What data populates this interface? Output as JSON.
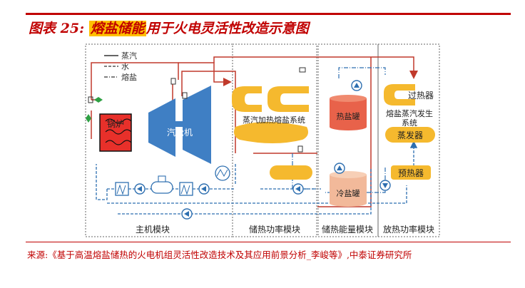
{
  "title": {
    "prefix": "图表 25",
    "separator": ": ",
    "highlight": "熔盐储能",
    "rest": "用于火电灵活性改造示意图"
  },
  "legend": {
    "steam": "蒸汽",
    "water": "水",
    "salt": "熔盐"
  },
  "labels": {
    "boiler": "锅炉",
    "turbine": "汽轮机",
    "steam_heat_system": "蒸汽加热熔盐系统",
    "hot_tank": "热盐罐",
    "cold_tank": "冷盐罐",
    "superheater": "过热器",
    "steam_gen_line1": "熔盐蒸汽发生",
    "steam_gen_line2": "系统",
    "evaporator": "蒸发器",
    "preheater": "预热器"
  },
  "modules": {
    "main": "主机模块",
    "storage_power": "储热功率模块",
    "storage_energy": "储热能量模块",
    "release_power": "放热功率模块"
  },
  "colors": {
    "steam_line": "#c0392b",
    "water_line": "#2e6fb0",
    "salt_fill": "#f5b92e",
    "turbine": "#3f7fc4",
    "boiler": "#e8302a"
  },
  "source": "来源:《基于高温熔盐储热的火电机组灵活性改造技术及其应用前景分析_李峻等》,中泰证券研究所"
}
